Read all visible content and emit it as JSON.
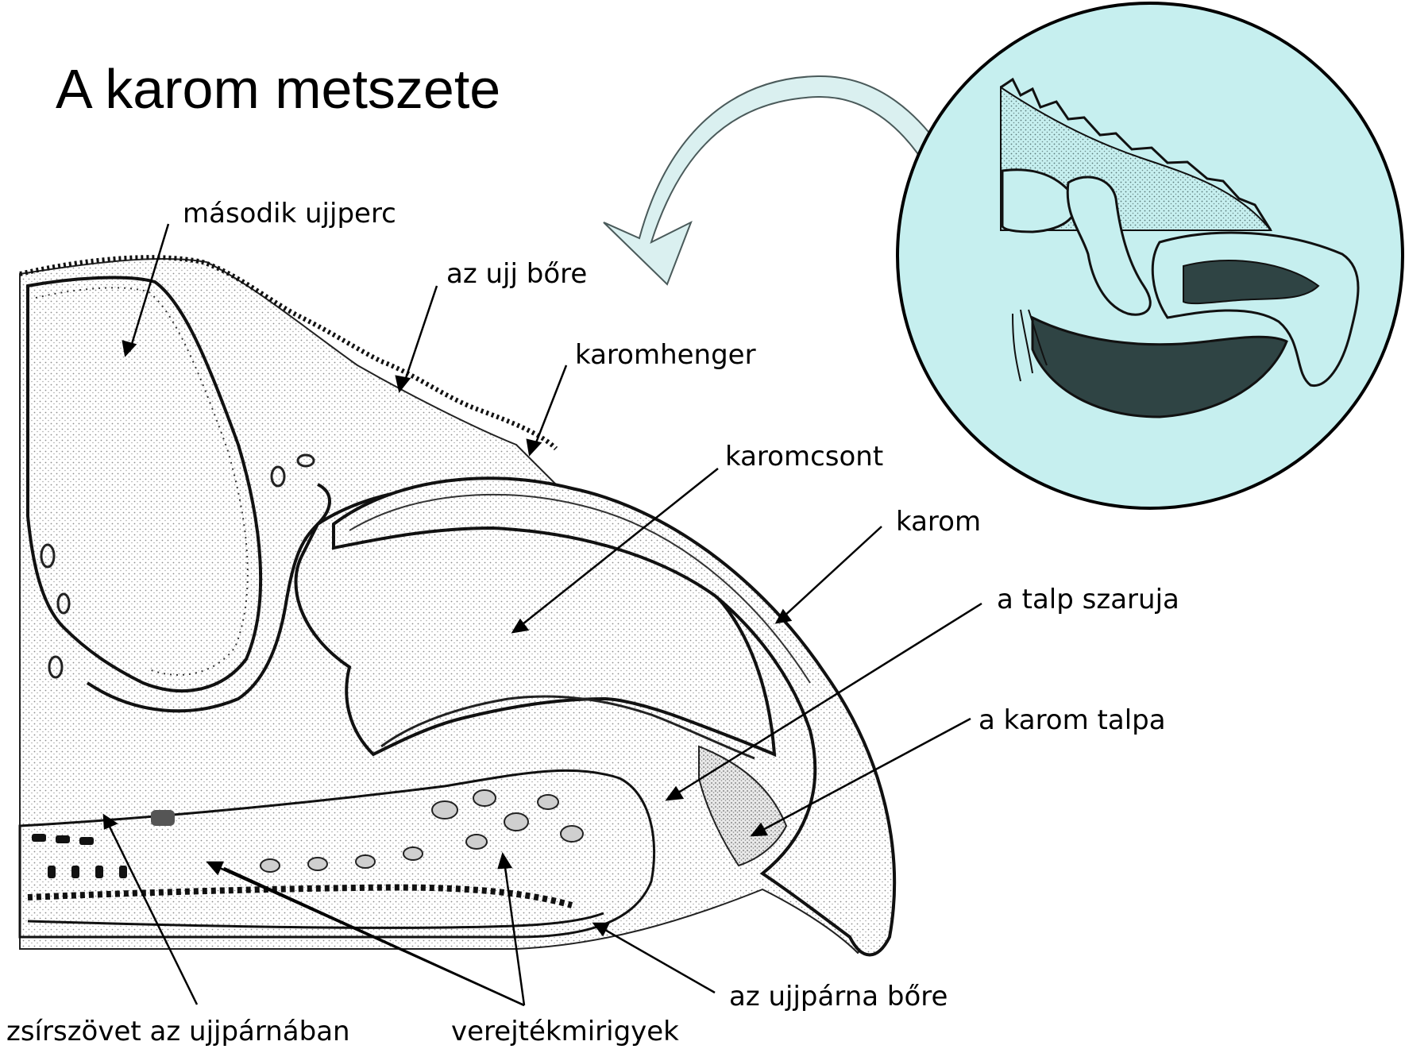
{
  "slide": {
    "title": "A karom metszete"
  },
  "labels": {
    "masodik_ujjperc": "második ujjperc",
    "ujj_bore": "az ujj bőre",
    "karomhenger": "karomhenger",
    "karomcsont": "karomcsont",
    "karom": "karom",
    "talp_szaruja": "a talp szaruja",
    "karom_talpa": "a karom talpa",
    "ujjparna_bore": "az ujjpárna bőre",
    "zsirszovet": "zsírszövet az ujjpárnában",
    "verejtekmirigyek": "verejtékmirigyek"
  },
  "colors": {
    "inset_fill": "#c6efef",
    "arrow_fill": "#daf0f0",
    "arrow_stroke": "#4a5a5a",
    "line": "#000000",
    "stipple": "#9a9a9a",
    "dark_band": "#2f4444"
  }
}
